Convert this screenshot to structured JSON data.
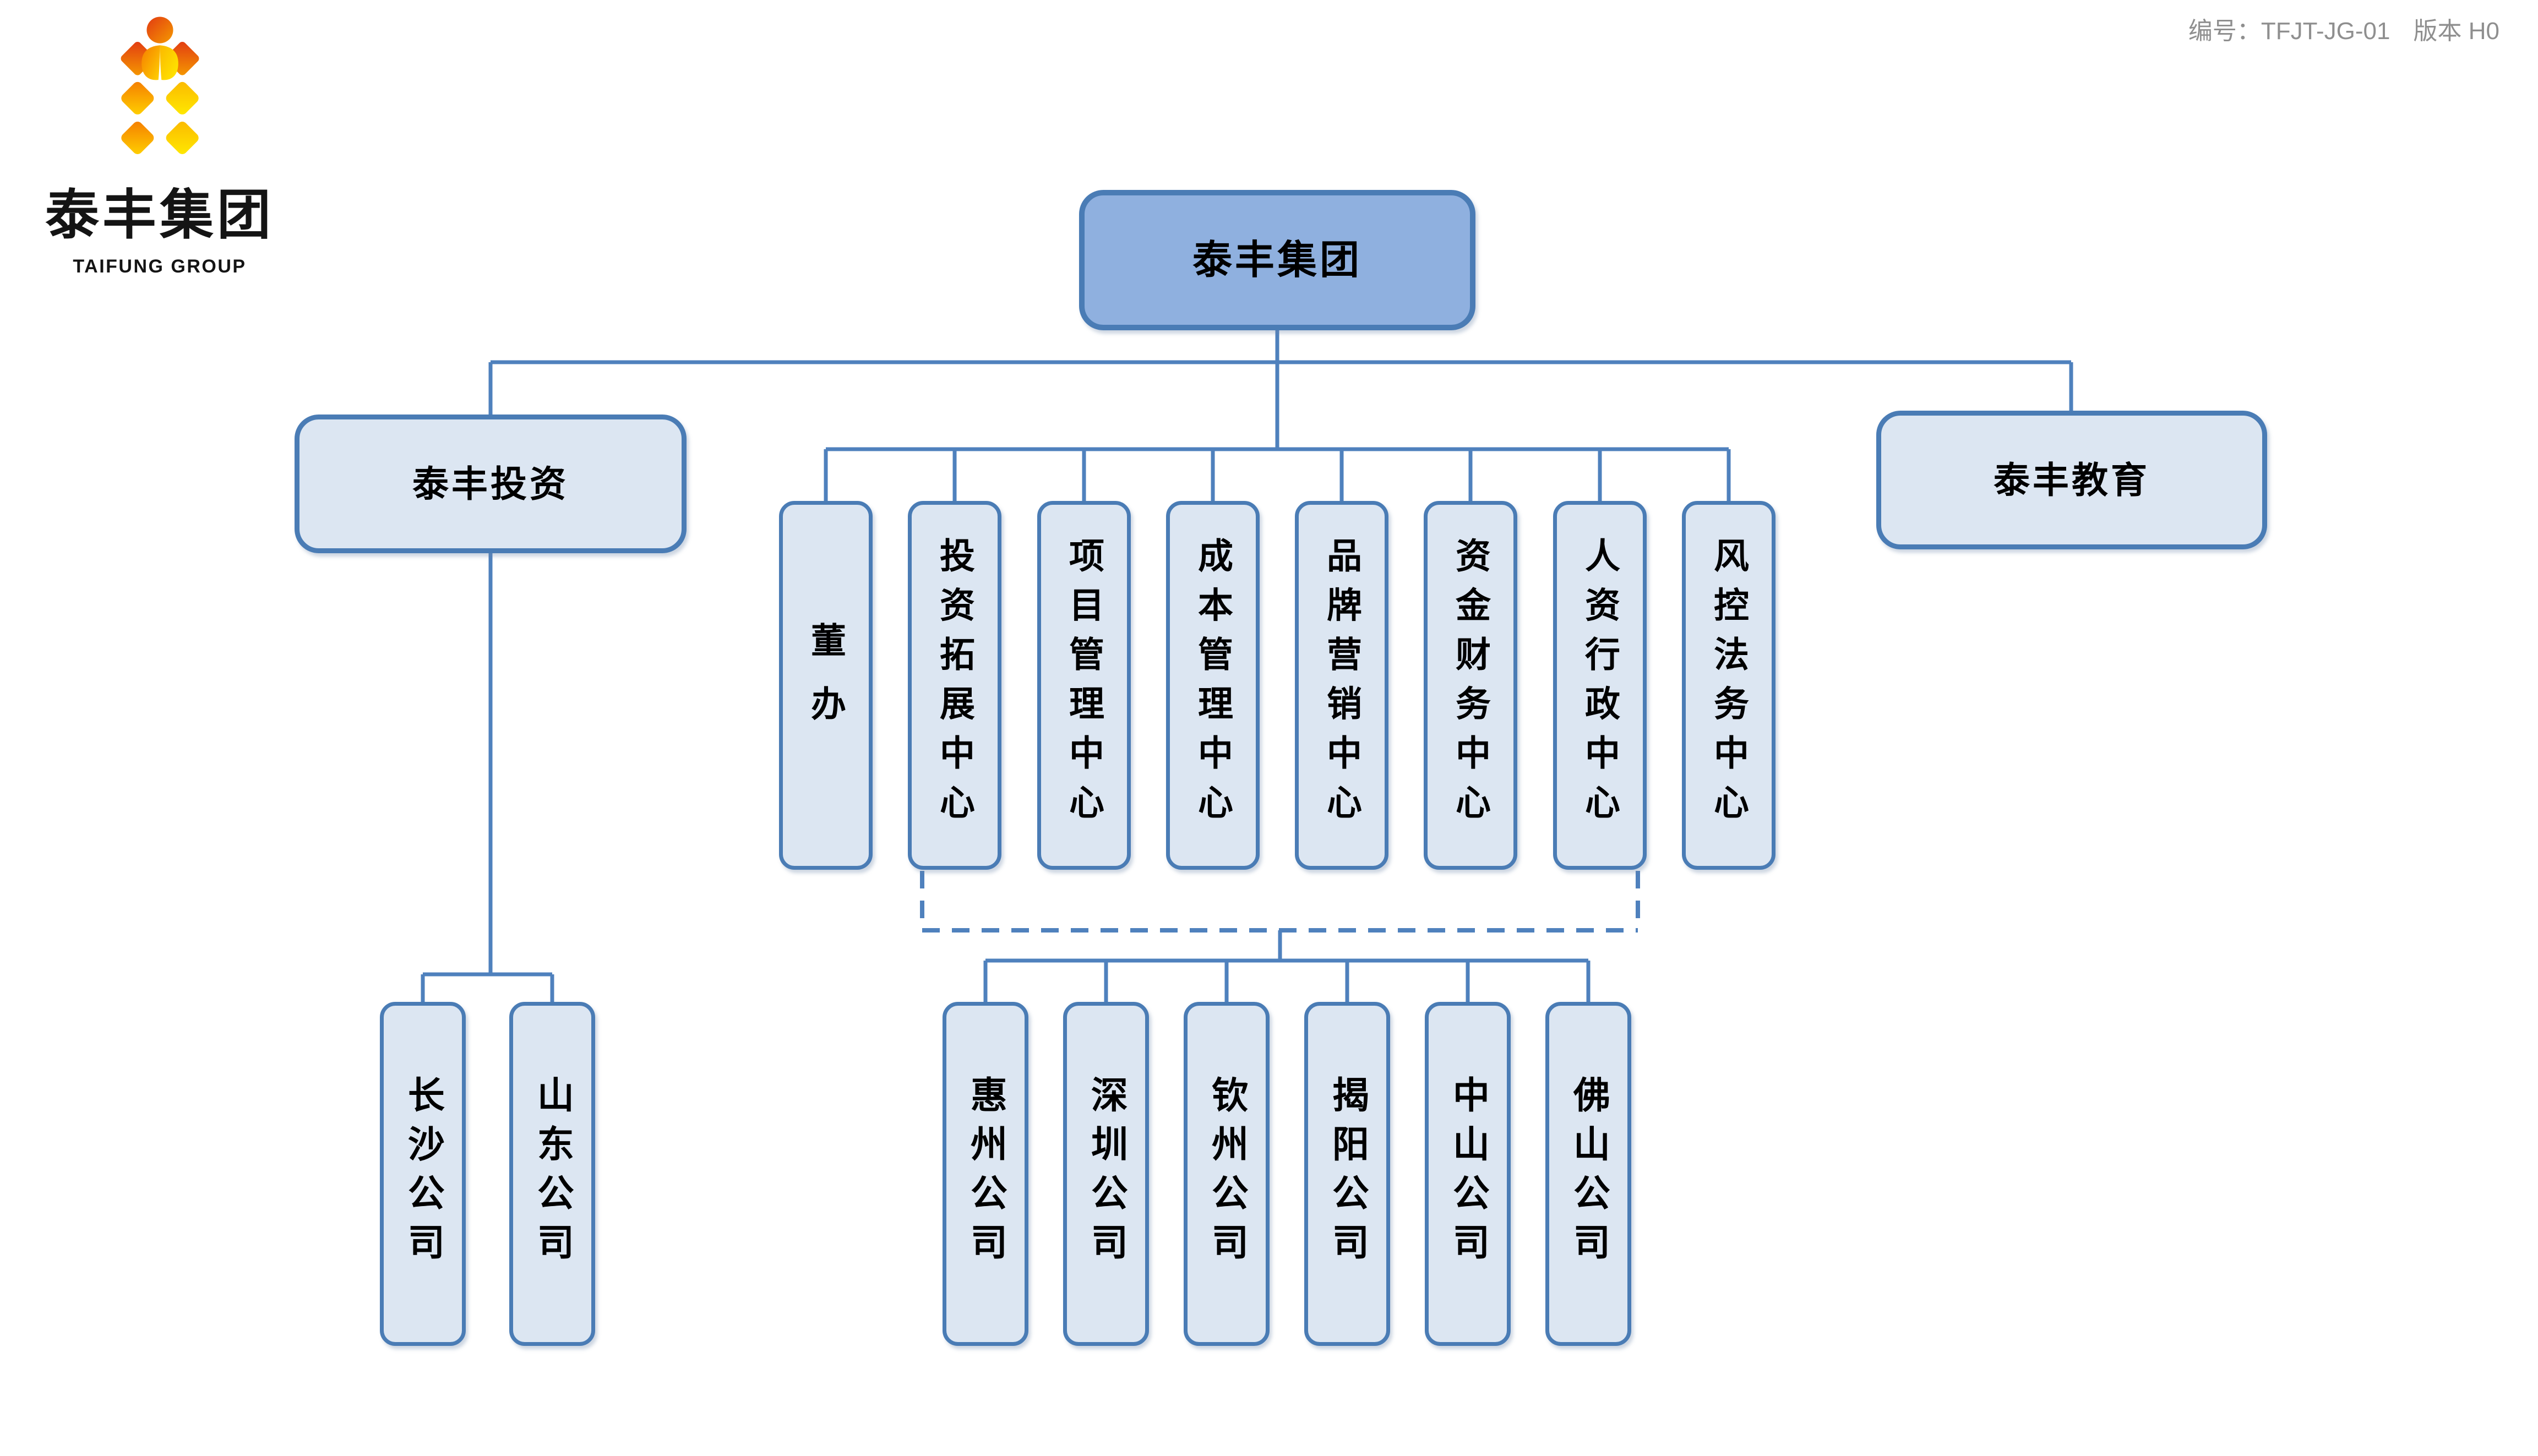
{
  "doc": {
    "code": "编号：TFJT-JG-01",
    "version": "版本 H0"
  },
  "logo": {
    "icon": "wheat-sheaf-icon",
    "title": "泰丰集团",
    "subtitle": "TAIFUNG GROUP"
  },
  "org": {
    "root": "泰丰集团",
    "investment_branch": "泰丰投资",
    "education_branch": "泰丰教育",
    "departments": [
      "董办",
      "投资拓展中心",
      "项目管理中心",
      "成本管理中心",
      "品牌营销中心",
      "资金财务中心",
      "人资行政中心",
      "风控法务中心"
    ],
    "investment_companies": [
      "长沙公司",
      "山东公司"
    ],
    "regional_companies": [
      "惠州公司",
      "深圳公司",
      "钦州公司",
      "揭阳公司",
      "中山公司",
      "佛山公司"
    ]
  },
  "colors": {
    "connector": "#4F81BD",
    "node_border": "#4A7CB5",
    "root_fill": "#8FB0DF",
    "node_fill": "#DCE6F2",
    "doc_code_text": "#8F8F8F",
    "logo_red": "#E23A12",
    "logo_orange": "#F57C00",
    "logo_yellow": "#FFD200"
  }
}
